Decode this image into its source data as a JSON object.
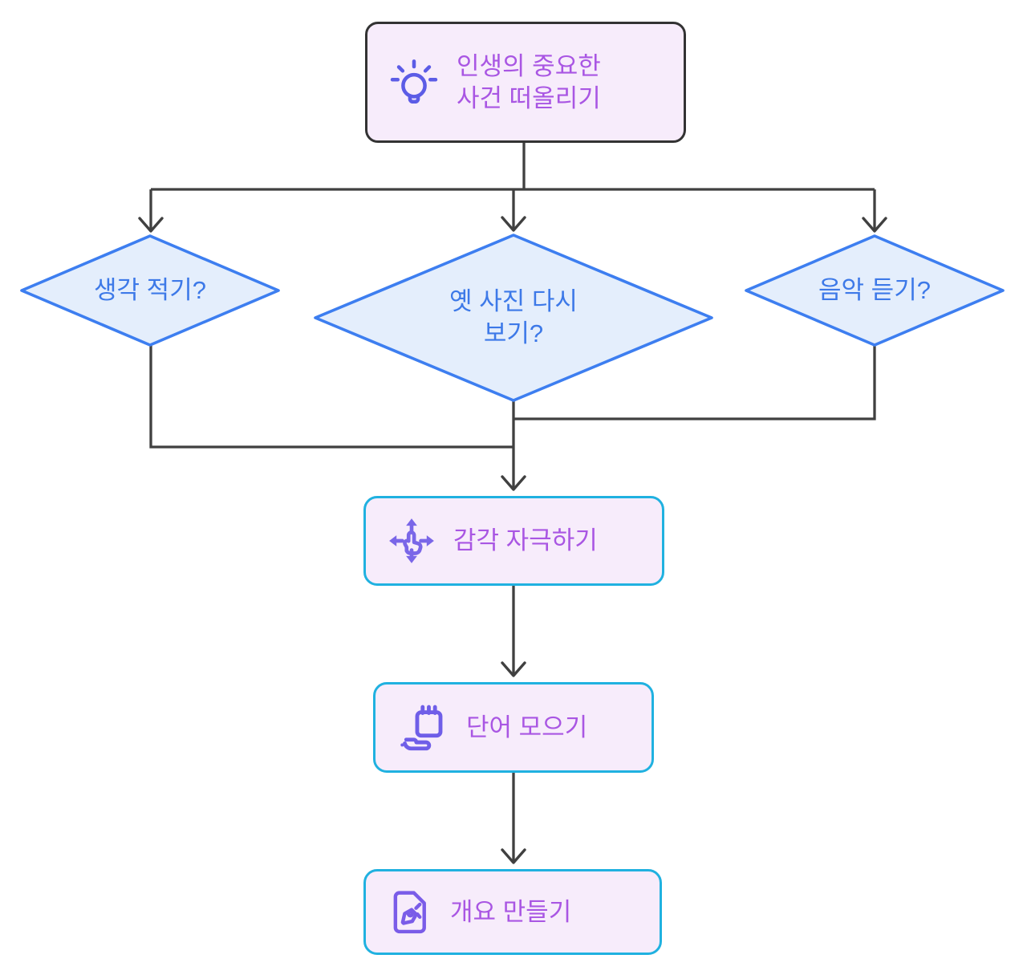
{
  "diagram": {
    "type": "flowchart",
    "direction": "top-down",
    "nodes": {
      "recall": {
        "shape": "rounded-rect",
        "icon": "lightbulb-icon",
        "lines": [
          "인생의 중요한",
          "사건 떠올리기"
        ]
      },
      "write_thoughts": {
        "shape": "diamond",
        "lines": [
          "생각 적기?"
        ]
      },
      "old_photos": {
        "shape": "diamond",
        "lines": [
          "옛 사진 다시",
          "보기?"
        ]
      },
      "listen_music": {
        "shape": "diamond",
        "lines": [
          "음악 듣기?"
        ]
      },
      "stimulate_senses": {
        "shape": "rounded-rect",
        "icon": "touch-move-icon",
        "lines": [
          "감각 자극하기"
        ]
      },
      "collect_words": {
        "shape": "rounded-rect",
        "icon": "notepad-hand-icon",
        "lines": [
          "단어 모으기"
        ]
      },
      "make_outline": {
        "shape": "rounded-rect",
        "icon": "document-pen-icon",
        "lines": [
          "개요 만들기"
        ]
      }
    },
    "edges": [
      {
        "from": "recall",
        "to": "write_thoughts"
      },
      {
        "from": "recall",
        "to": "old_photos"
      },
      {
        "from": "recall",
        "to": "listen_music"
      },
      {
        "from": "write_thoughts",
        "to": "stimulate_senses"
      },
      {
        "from": "old_photos",
        "to": "stimulate_senses"
      },
      {
        "from": "listen_music",
        "to": "stimulate_senses"
      },
      {
        "from": "stimulate_senses",
        "to": "collect_words"
      },
      {
        "from": "collect_words",
        "to": "make_outline"
      }
    ],
    "colors": {
      "connector": "#404040",
      "start_node_border": "#333333",
      "process_node_border": "#20b1e0",
      "process_node_fill": "#f7ecfb",
      "process_text": "#a956e3",
      "diamond_fill": "#e4eefc",
      "diamond_border": "#3d7ef0",
      "diamond_text": "#3d79e8",
      "icon_color": "#6e5ee8"
    }
  }
}
